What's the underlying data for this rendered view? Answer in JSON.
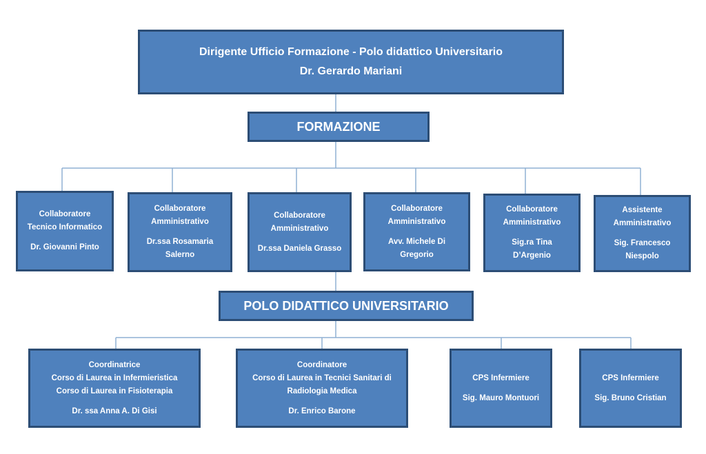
{
  "top": {
    "title": "Dirigente Ufficio Formazione - Polo didattico Universitario",
    "name": "Dr. Gerardo Mariani"
  },
  "formazione": {
    "label": "FORMAZIONE"
  },
  "collaborators": [
    {
      "role1": "Collaboratore",
      "role2": "Tecnico Informatico",
      "name1": "Dr. Giovanni Pinto",
      "name2": ""
    },
    {
      "role1": "Collaboratore",
      "role2": "Amministrativo",
      "name1": "Dr.ssa  Rosamaria",
      "name2": "Salerno"
    },
    {
      "role1": "Collaboratore",
      "role2": "Amministrativo",
      "name1": "Dr.ssa  Daniela Grasso",
      "name2": ""
    },
    {
      "role1": "Collaboratore",
      "role2": "Amministrativo",
      "name1": "Avv. Michele Di",
      "name2": "Gregorio"
    },
    {
      "role1": "Collaboratore",
      "role2": "Amministrativo",
      "name1": "Sig.ra Tina",
      "name2": "D’Argenio"
    },
    {
      "role1": "Assistente",
      "role2": "Amministrativo",
      "name1": "Sig. Francesco",
      "name2": "Niespolo"
    }
  ],
  "polo": {
    "label": "POLO DIDATTICO UNIVERSITARIO"
  },
  "university": [
    {
      "role": "Coordinatrice",
      "lines": [
        "Corso di Laurea in Infermieristica",
        "Corso di Laurea in Fisioterapia"
      ],
      "name": "Dr. ssa  Anna A. Di Gisi"
    },
    {
      "role": "Coordinatore",
      "lines": [
        "Corso di Laurea in Tecnici Sanitari di",
        "Radiologia Medica"
      ],
      "name": "Dr. Enrico Barone"
    },
    {
      "role": "CPS Infermiere",
      "lines": [],
      "name": "Sig. Mauro Montuori"
    },
    {
      "role": "CPS Infermiere",
      "lines": [],
      "name": "Sig. Bruno Cristian"
    }
  ],
  "colors": {
    "box_fill": "#4f81bd",
    "box_border": "#2c4d75",
    "connector": "#8fb0d3",
    "text": "#ffffff"
  }
}
